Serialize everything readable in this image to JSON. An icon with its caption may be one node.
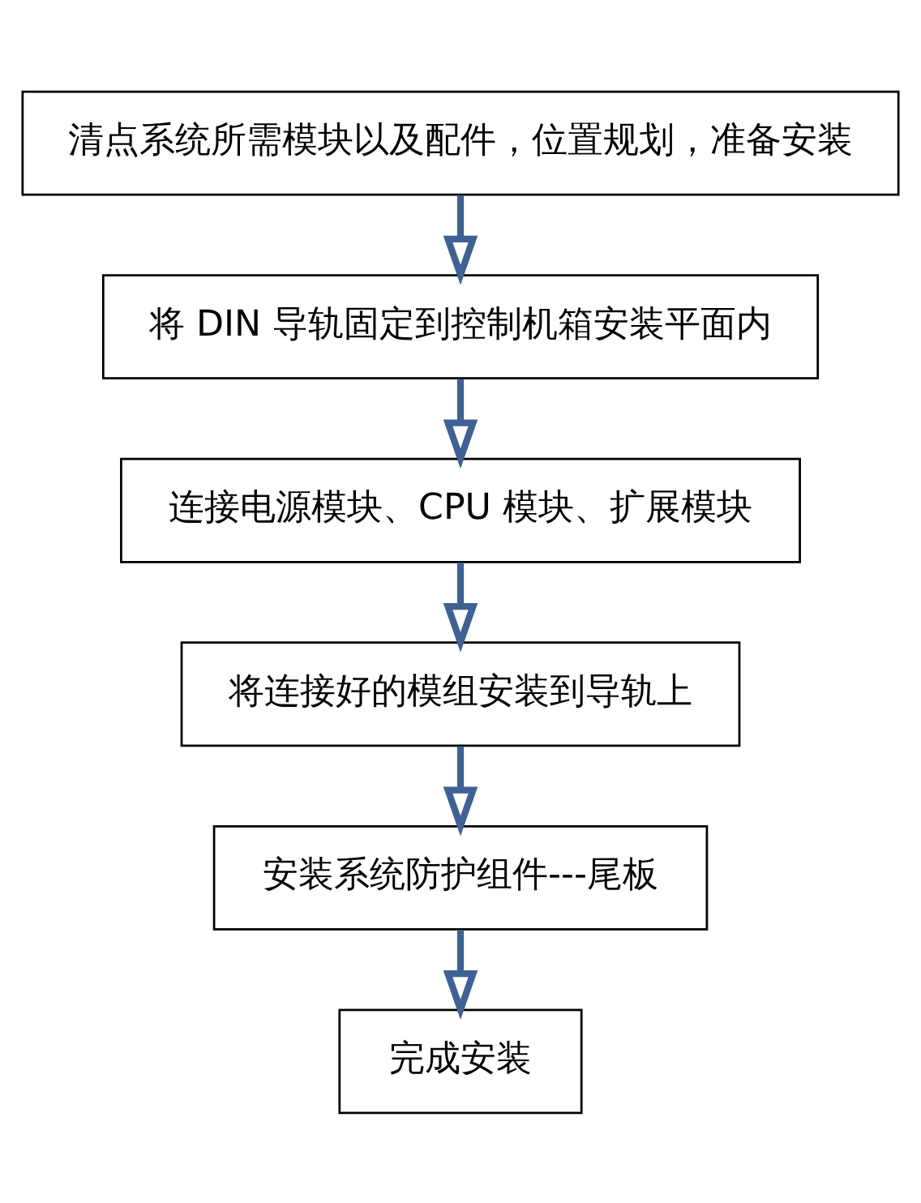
{
  "diagram": {
    "nodes": [
      {
        "text": [
          "清点系统所需模块以及配件，位置规划，准备安装"
        ]
      },
      {
        "text": [
          "将 DIN 导轨固定到控制机箱安装平面内"
        ]
      },
      {
        "text": [
          "连接电源模块、CPU 模块、扩展模块"
        ]
      },
      {
        "text": [
          "将连接好的模组安装到导轨上"
        ]
      },
      {
        "text": [
          "安装系统防护组件---尾板"
        ]
      },
      {
        "text": [
          "完成安装"
        ]
      }
    ],
    "edges": [
      {
        "from": 0,
        "to": 1,
        "arrow": "to"
      },
      {
        "from": 1,
        "to": 2,
        "arrow": "to"
      },
      {
        "from": 2,
        "to": 3,
        "arrow": "to"
      },
      {
        "from": 3,
        "to": 4,
        "arrow": "to"
      },
      {
        "from": 4,
        "to": 5,
        "arrow": "to"
      }
    ]
  }
}
